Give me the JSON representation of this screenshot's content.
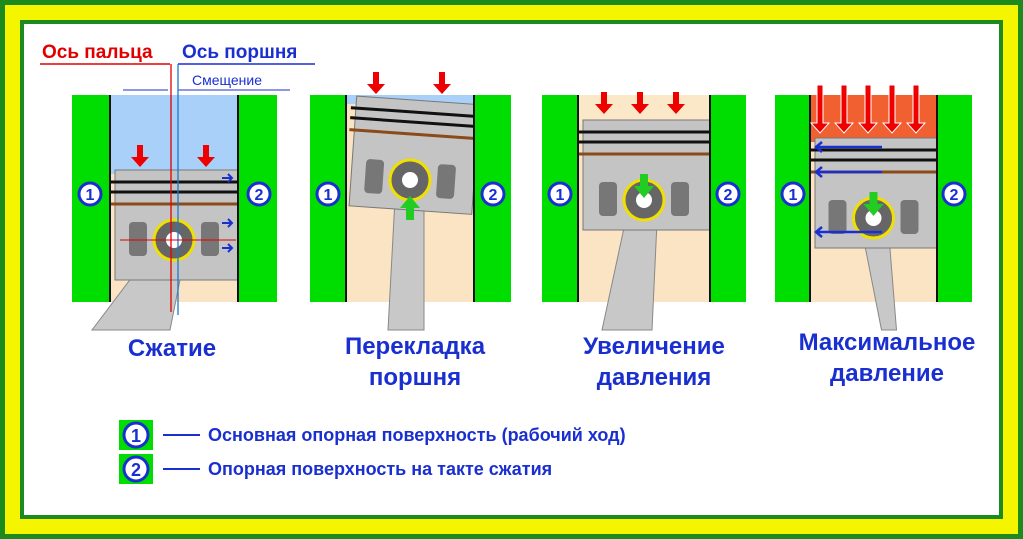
{
  "axes": {
    "pin_axis": "Ось пальца",
    "piston_axis": "Ось поршня",
    "offset": "Смещение"
  },
  "panels": [
    {
      "caption": [
        "Сжатие"
      ]
    },
    {
      "caption": [
        "Перекладка",
        "поршня"
      ]
    },
    {
      "caption": [
        "Увеличение",
        "давления"
      ]
    },
    {
      "caption": [
        "Максимальное",
        "давление"
      ]
    }
  ],
  "badges": {
    "one": "1",
    "two": "2"
  },
  "legend": [
    {
      "badge": "1",
      "text": "Основная опорная поверхность (рабочий ход)"
    },
    {
      "badge": "2",
      "text": "Опорная поверхность на такте сжатия"
    }
  ],
  "colors": {
    "wall": "#00dd00",
    "text": "#1a2fd0",
    "red": "#ee0000",
    "frame": "#f5f500"
  }
}
